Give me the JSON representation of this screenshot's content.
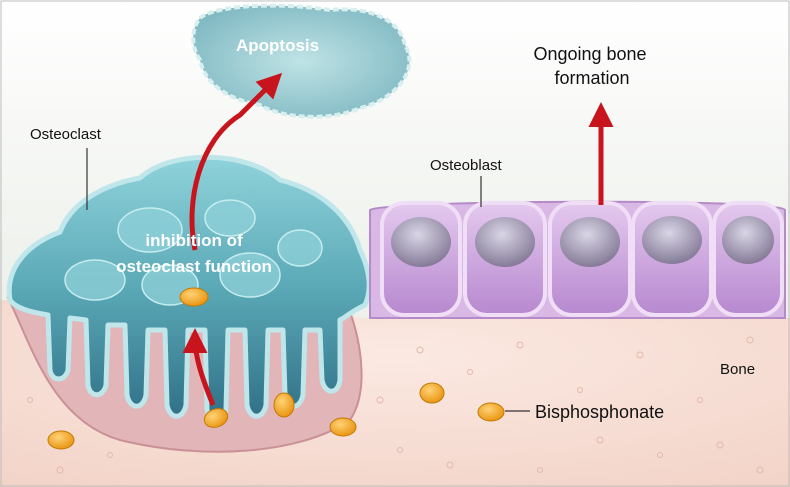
{
  "labels": {
    "apoptosis": "Apoptosis",
    "ongoing_line1": "Ongoing bone",
    "ongoing_line2": "formation",
    "osteoclast": "Osteoclast",
    "osteoblast": "Osteoblast",
    "inhibition_line1": "inhibition of",
    "inhibition_line2": "osteoclast function",
    "bone": "Bone",
    "bisphosphonate": "Bisphosphonate"
  },
  "colors": {
    "arrow": "#c8151d",
    "bone": "#f6dcd2",
    "osteoclast": "#6fb9c4",
    "osteoblast": "#c9a3d9",
    "bisphosphonate": "#f2a51b"
  }
}
